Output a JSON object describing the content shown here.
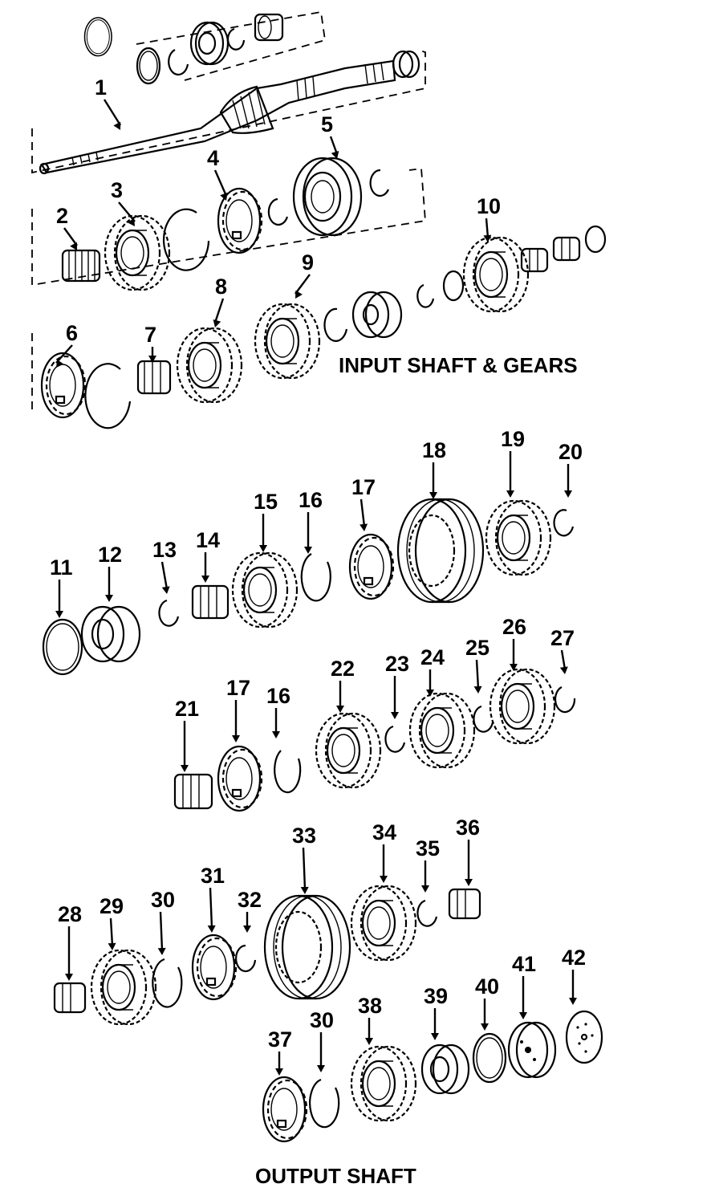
{
  "sections": {
    "input": "INPUT SHAFT & GEARS",
    "output": "OUTPUT SHAFT"
  },
  "callouts": [
    {
      "id": "c1",
      "n": "1"
    },
    {
      "id": "c2",
      "n": "2"
    },
    {
      "id": "c3",
      "n": "3"
    },
    {
      "id": "c4",
      "n": "4"
    },
    {
      "id": "c5",
      "n": "5"
    },
    {
      "id": "c6",
      "n": "6"
    },
    {
      "id": "c7",
      "n": "7"
    },
    {
      "id": "c8",
      "n": "8"
    },
    {
      "id": "c9",
      "n": "9"
    },
    {
      "id": "c10",
      "n": "10"
    },
    {
      "id": "c11",
      "n": "11"
    },
    {
      "id": "c12",
      "n": "12"
    },
    {
      "id": "c13",
      "n": "13"
    },
    {
      "id": "c14",
      "n": "14"
    },
    {
      "id": "c15",
      "n": "15"
    },
    {
      "id": "c16a",
      "n": "16"
    },
    {
      "id": "c17a",
      "n": "17"
    },
    {
      "id": "c18",
      "n": "18"
    },
    {
      "id": "c19",
      "n": "19"
    },
    {
      "id": "c20",
      "n": "20"
    },
    {
      "id": "c21",
      "n": "21"
    },
    {
      "id": "c17b",
      "n": "17"
    },
    {
      "id": "c16b",
      "n": "16"
    },
    {
      "id": "c22",
      "n": "22"
    },
    {
      "id": "c23",
      "n": "23"
    },
    {
      "id": "c24",
      "n": "24"
    },
    {
      "id": "c25",
      "n": "25"
    },
    {
      "id": "c26",
      "n": "26"
    },
    {
      "id": "c27",
      "n": "27"
    },
    {
      "id": "c28",
      "n": "28"
    },
    {
      "id": "c29",
      "n": "29"
    },
    {
      "id": "c30a",
      "n": "30"
    },
    {
      "id": "c31",
      "n": "31"
    },
    {
      "id": "c32",
      "n": "32"
    },
    {
      "id": "c33",
      "n": "33"
    },
    {
      "id": "c34",
      "n": "34"
    },
    {
      "id": "c35",
      "n": "35"
    },
    {
      "id": "c36",
      "n": "36"
    },
    {
      "id": "c37",
      "n": "37"
    },
    {
      "id": "c30b",
      "n": "30"
    },
    {
      "id": "c38",
      "n": "38"
    },
    {
      "id": "c39",
      "n": "39"
    },
    {
      "id": "c40",
      "n": "40"
    },
    {
      "id": "c41",
      "n": "41"
    },
    {
      "id": "c42",
      "n": "42"
    }
  ]
}
